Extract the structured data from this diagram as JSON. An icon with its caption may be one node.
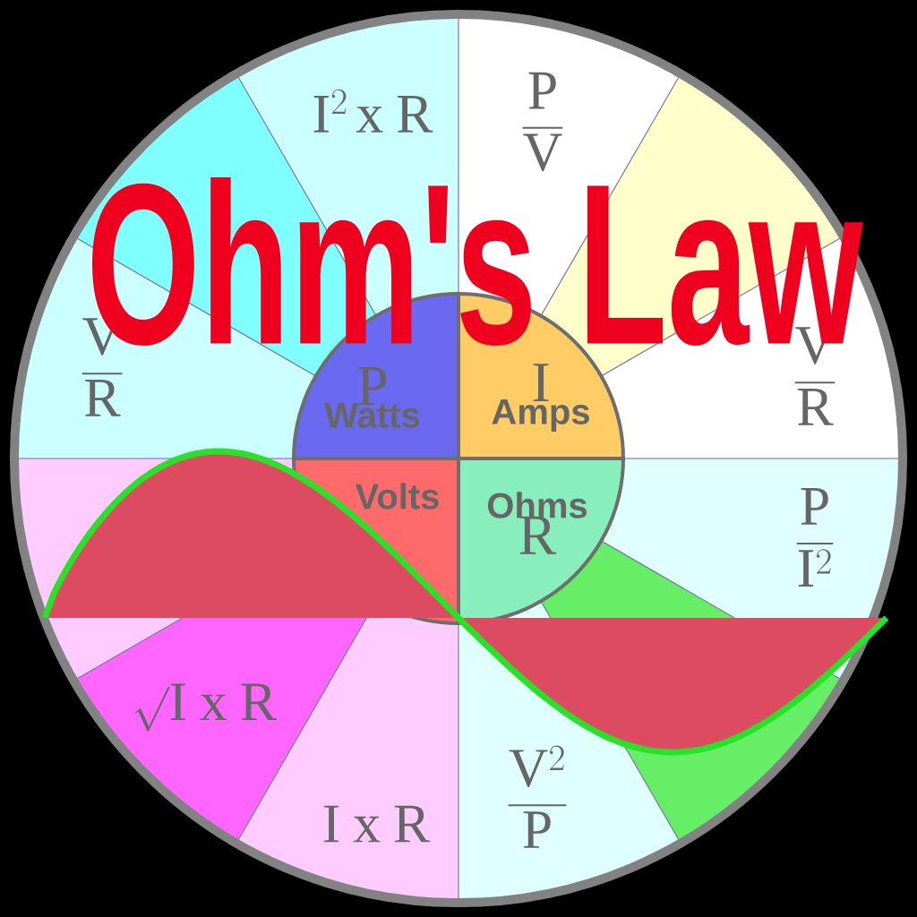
{
  "diagram": {
    "title": "Ohm's Law",
    "nodes": [
      {
        "text": [
          "\\mathrm{I}^{2}\\,\\mathrm{x}\\;\\mathrm{R}"
        ]
      },
      {
        "text": [
          "\\frac{\\mathrm{P}}{\\mathrm{V}}"
        ]
      },
      {
        "text": [
          "\\frac{\\mathrm{V}}{\\mathrm{R}}"
        ]
      },
      {
        "text": [
          "P",
          "Watts"
        ]
      },
      {
        "text": [
          "I",
          "Amps"
        ]
      },
      {
        "text": [
          "\\frac{\\mathrm{V}}{\\mathrm{R}}"
        ]
      },
      {
        "text": [
          "Volts"
        ]
      },
      {
        "text": [
          "Ohms",
          "R"
        ]
      },
      {
        "text": [
          "\\frac{\\mathrm{P}}{\\mathrm{I}^{2}}"
        ]
      },
      {
        "text": [
          "\\surd\\mathrm{I}\\;\\mathrm{x}\\;\\mathrm{R}"
        ]
      },
      {
        "text": [
          "\\frac{\\mathrm{V}^{2}}{\\mathrm{P}}"
        ]
      },
      {
        "text": [
          "\\mathrm{I}\\;\\mathrm{x}\\;\\mathrm{R}"
        ]
      }
    ]
  }
}
